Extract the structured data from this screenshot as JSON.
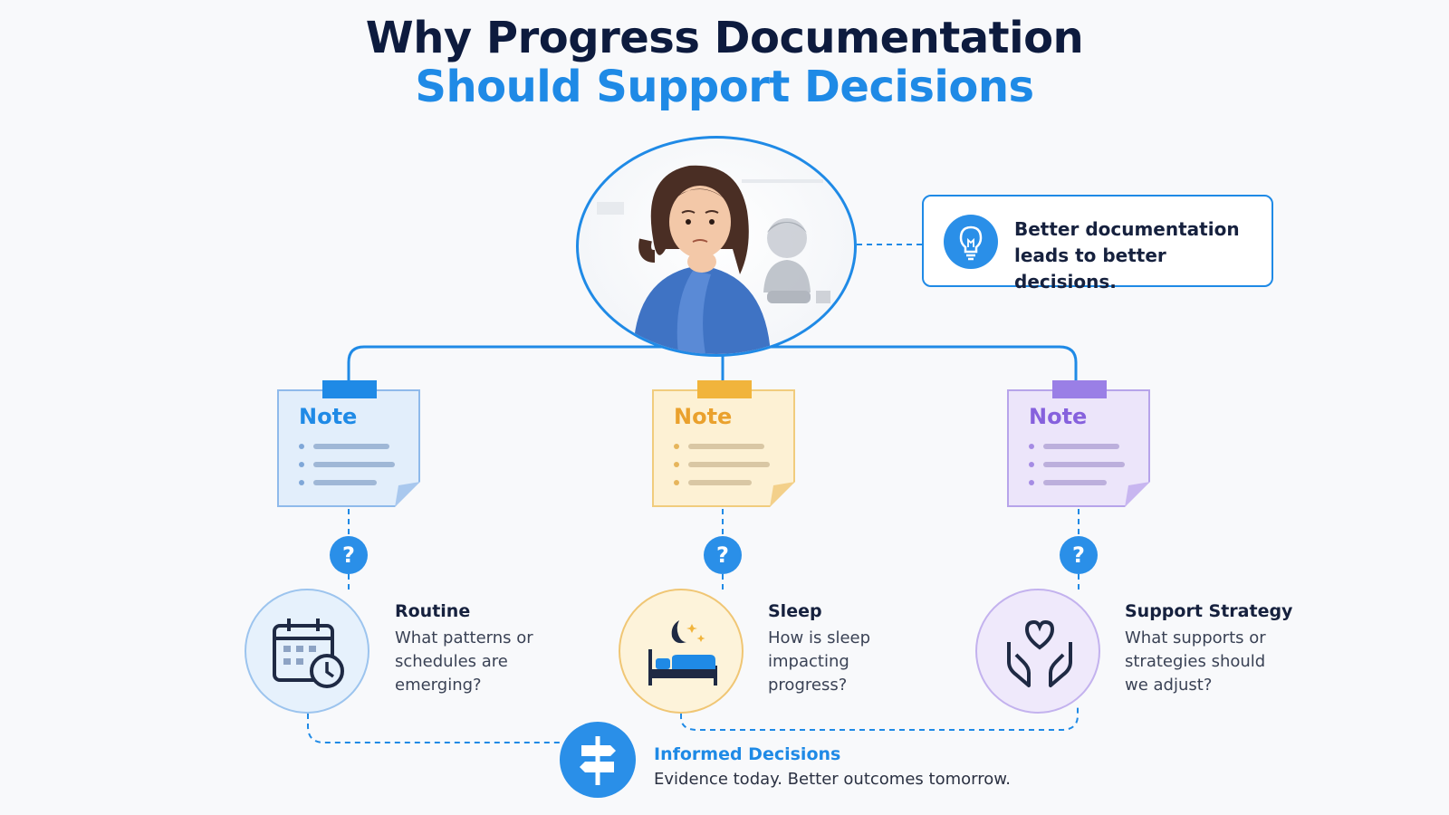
{
  "title": {
    "line1": "Why Progress Documentation",
    "line2": "Should Support Decisions"
  },
  "callout": {
    "text": "Better documentation leads to better decisions.",
    "icon": "lightbulb-icon"
  },
  "notes": [
    {
      "label": "Note",
      "color": "#1f8ae6"
    },
    {
      "label": "Note",
      "color": "#eaa12d"
    },
    {
      "label": "Note",
      "color": "#8661dd"
    }
  ],
  "question_badge": "?",
  "topics": [
    {
      "title": "Routine",
      "description": "What patterns or schedules are emerging?",
      "icon": "calendar-clock-icon"
    },
    {
      "title": "Sleep",
      "description": "How is sleep impacting progress?",
      "icon": "bed-moon-icon"
    },
    {
      "title": "Support Strategy",
      "description": "What supports or strategies should we adjust?",
      "icon": "hands-heart-icon"
    }
  ],
  "decision": {
    "title": "Informed Decisions",
    "subtitle": "Evidence today. Better outcomes tomorrow.",
    "icon": "signpost-icon"
  },
  "colors": {
    "navy": "#0d1b3e",
    "accent_blue": "#1f8ae6",
    "note_yellow": "#f1b43c",
    "note_purple": "#9a7fe6"
  }
}
